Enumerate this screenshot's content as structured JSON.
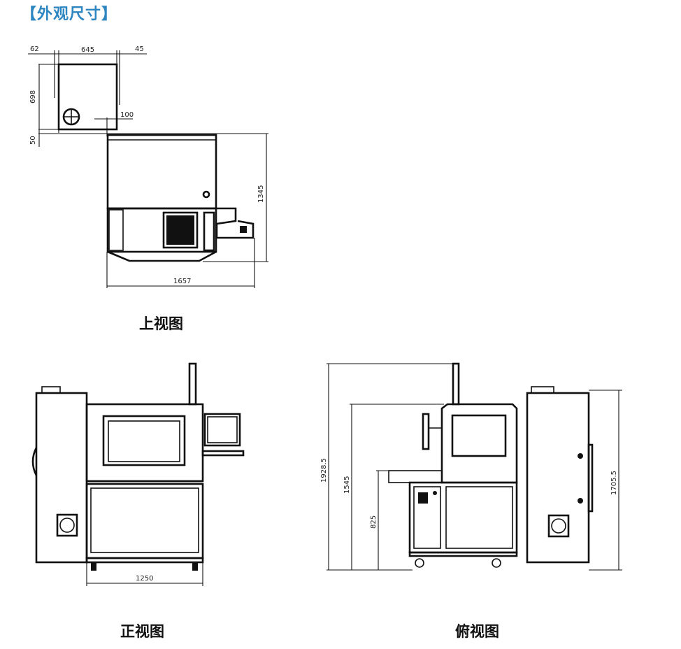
{
  "section_title": "【外观尺寸】",
  "views": {
    "top": {
      "caption": "上视图",
      "dims": {
        "left_margin": "62",
        "width_small": "645",
        "right_margin": "45",
        "depth_small": "698",
        "gap": "50",
        "offset": "100",
        "height": "1345",
        "width": "1657"
      }
    },
    "front": {
      "caption": "正视图",
      "dims": {
        "width": "1250"
      }
    },
    "side": {
      "caption": "俯视图",
      "dims": {
        "total_height": "1928.5",
        "cabinet_height": "1545",
        "table_height": "825",
        "unit_height": "1705.5"
      }
    }
  }
}
